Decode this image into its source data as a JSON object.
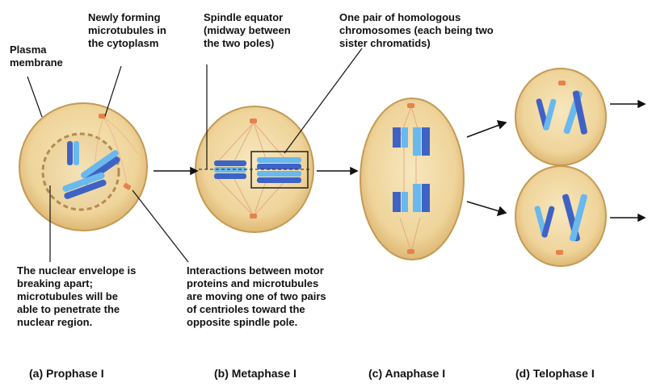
{
  "labels": {
    "plasma_membrane": "Plasma\nmembrane",
    "new_microtubules": "Newly forming\nmicrotubules in\nthe cytoplasm",
    "spindle_equator": "Spindle equator\n(midway between\nthe two poles)",
    "homologous_pair": "One pair of homologous\nchromosomes (each being two\nsister chromatids)",
    "nuclear_envelope": "The nuclear envelope is\nbreaking apart;\nmicrotubules will be\nable to penetrate the\nnuclear region.",
    "motor_proteins": "Interactions between motor\nproteins and microtubules\nare moving one of two pairs\nof centrioles toward the\nopposite spindle pole."
  },
  "stages": {
    "prophase": "(a) Prophase I",
    "metaphase": "(b) Metaphase I",
    "anaphase": "(c) Anaphase I",
    "telophase": "(d) Telophase I"
  },
  "colors": {
    "cell_fill": "#f1d9a0",
    "cell_edge": "#c9a160",
    "chromosome_dark": "#3f63c4",
    "chromosome_light": "#69b8ee",
    "centriole": "#e8804a",
    "spindle": "#e0a07a"
  }
}
